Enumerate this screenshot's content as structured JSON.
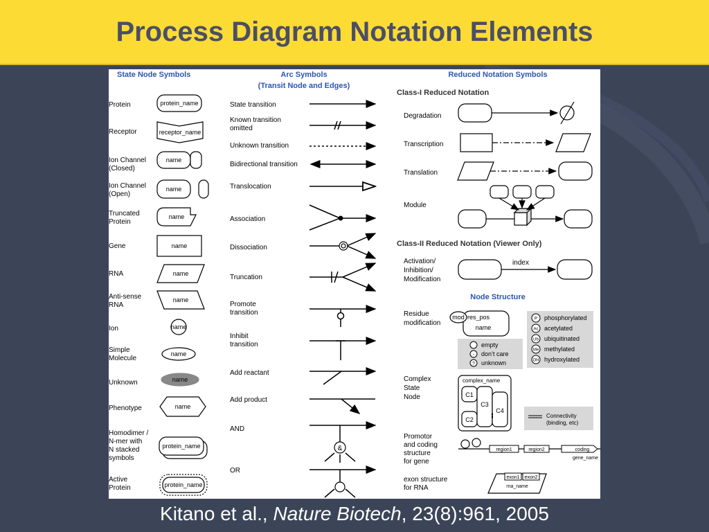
{
  "slide": {
    "title": "Process Diagram Notation Elements",
    "citation": {
      "authors": "Kitano et al., ",
      "journal": "Nature Biotech",
      "details": ", 23(8):961, 2005"
    }
  },
  "colors": {
    "title_bar": "#fcdb35",
    "title_text": "#4a4f66",
    "header_blue": "#2a55b5",
    "background": "#3c4558"
  },
  "state_nodes": {
    "header": "State Node Symbols",
    "items": [
      {
        "label": "Protein",
        "symbol": "protein_name"
      },
      {
        "label": "Receptor",
        "symbol": "receptor_name"
      },
      {
        "label": "Ion Channel\n(Closed)",
        "symbol": "name"
      },
      {
        "label": "Ion Channel\n(Open)",
        "symbol": "name"
      },
      {
        "label": "Truncated\nProtein",
        "symbol": "name"
      },
      {
        "label": "Gene",
        "symbol": "name"
      },
      {
        "label": "RNA",
        "symbol": "name"
      },
      {
        "label": "Anti-sense\nRNA",
        "symbol": "name"
      },
      {
        "label": "Ion",
        "symbol": "name"
      },
      {
        "label": "Simple\nMolecule",
        "symbol": "name"
      },
      {
        "label": "Unknown",
        "symbol": "name"
      },
      {
        "label": "Phenotype",
        "symbol": "name"
      },
      {
        "label": "Homodimer /\nN-mer with\nN stacked\nsymbols",
        "symbol": "protein_name"
      },
      {
        "label": "Active\nProtein",
        "symbol": "protein_name"
      }
    ]
  },
  "arcs": {
    "header1": "Arc Symbols",
    "header2": "(Transit Node and Edges)",
    "items": [
      "State transition",
      "Known transition\nomitted",
      "Unknown transition",
      "Bidirectional transition",
      "Translocation",
      "Association",
      "Dissociation",
      "Truncation",
      "Promote\ntransition",
      "Inhibit\ntransition",
      "Add reactant",
      "Add product",
      "AND",
      "OR"
    ],
    "and_symbol": "&"
  },
  "reduced": {
    "header": "Reduced Notation Symbols",
    "class1": {
      "title": "Class-I Reduced Notation",
      "items": [
        "Degradation",
        "Transcription",
        "Translation",
        "Module"
      ]
    },
    "class2": {
      "title": "Class-II Reduced Notation (Viewer Only)",
      "label": "Activation/\nInhibition/\nModification",
      "edge_label": "index"
    },
    "node_structure": {
      "header": "Node Structure",
      "residue_label": "Residue\nmodification",
      "mod": "mod",
      "res_pos": "res_pos",
      "name": "name",
      "left_states": [
        {
          "glyph": "",
          "text": "empty"
        },
        {
          "glyph": "-",
          "text": "don’t care"
        },
        {
          "glyph": "?",
          "text": "unknown"
        }
      ],
      "right_states": [
        {
          "glyph": "P",
          "text": "phosphorylated"
        },
        {
          "glyph": "Ac",
          "text": "acetylated"
        },
        {
          "glyph": "Ub",
          "text": "ubiquitinated"
        },
        {
          "glyph": "Me",
          "text": "methylated"
        },
        {
          "glyph": "OH",
          "text": "hydroxylated"
        }
      ],
      "complex_label": "Complex\nState\nNode",
      "complex_name": "complex_name",
      "components": [
        "C1",
        "C2",
        "C3",
        "C4"
      ],
      "connectivity": "Connectivity\n(binding, etc)",
      "gene_label": "Promotor\nand coding\nstructure\nfor gene",
      "regions": [
        "region1",
        "region2",
        "coding"
      ],
      "gene_name": "gene_name",
      "rna_label": "exon structure\nfor RNA",
      "exons": [
        "exon1",
        "exon2"
      ],
      "rna_name": "rna_name"
    }
  }
}
